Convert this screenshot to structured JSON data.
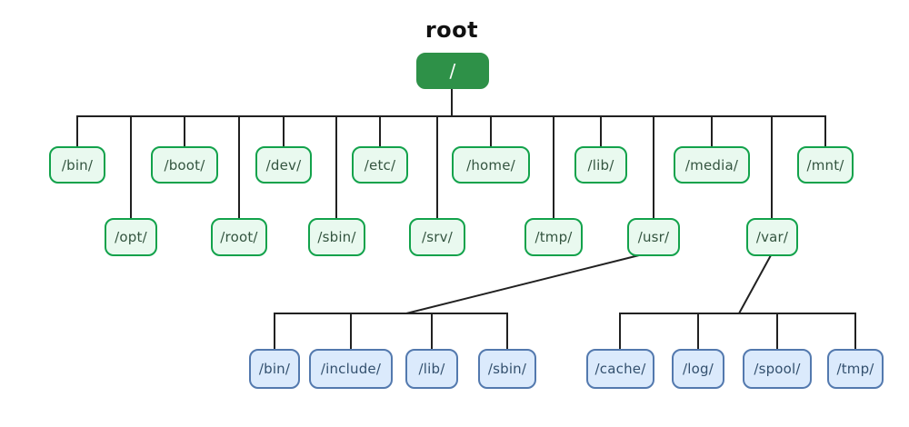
{
  "diagram": {
    "title": "root",
    "root": {
      "label": "/"
    },
    "level1": [
      {
        "label": "/bin/"
      },
      {
        "label": "/boot/"
      },
      {
        "label": "/dev/"
      },
      {
        "label": "/etc/"
      },
      {
        "label": "/home/"
      },
      {
        "label": "/lib/"
      },
      {
        "label": "/media/"
      },
      {
        "label": "/mnt/"
      },
      {
        "label": "/opt/"
      },
      {
        "label": "/root/"
      },
      {
        "label": "/sbin/"
      },
      {
        "label": "/srv/"
      },
      {
        "label": "/tmp/"
      },
      {
        "label": "/usr/"
      },
      {
        "label": "/var/"
      }
    ],
    "usr_children": [
      {
        "label": "/bin/"
      },
      {
        "label": "/include/"
      },
      {
        "label": "/lib/"
      },
      {
        "label": "/sbin/"
      }
    ],
    "var_children": [
      {
        "label": "/cache/"
      },
      {
        "label": "/log/"
      },
      {
        "label": "/spool/"
      },
      {
        "label": "/tmp/"
      }
    ],
    "colors": {
      "root_fill": "#2e9148",
      "green_border": "#12a24b",
      "green_fill": "#e9f9ef",
      "green_text": "#33543f",
      "blue_border": "#5379ae",
      "blue_fill": "#dbeafc",
      "blue_text": "#33506e",
      "line": "#212121"
    }
  }
}
